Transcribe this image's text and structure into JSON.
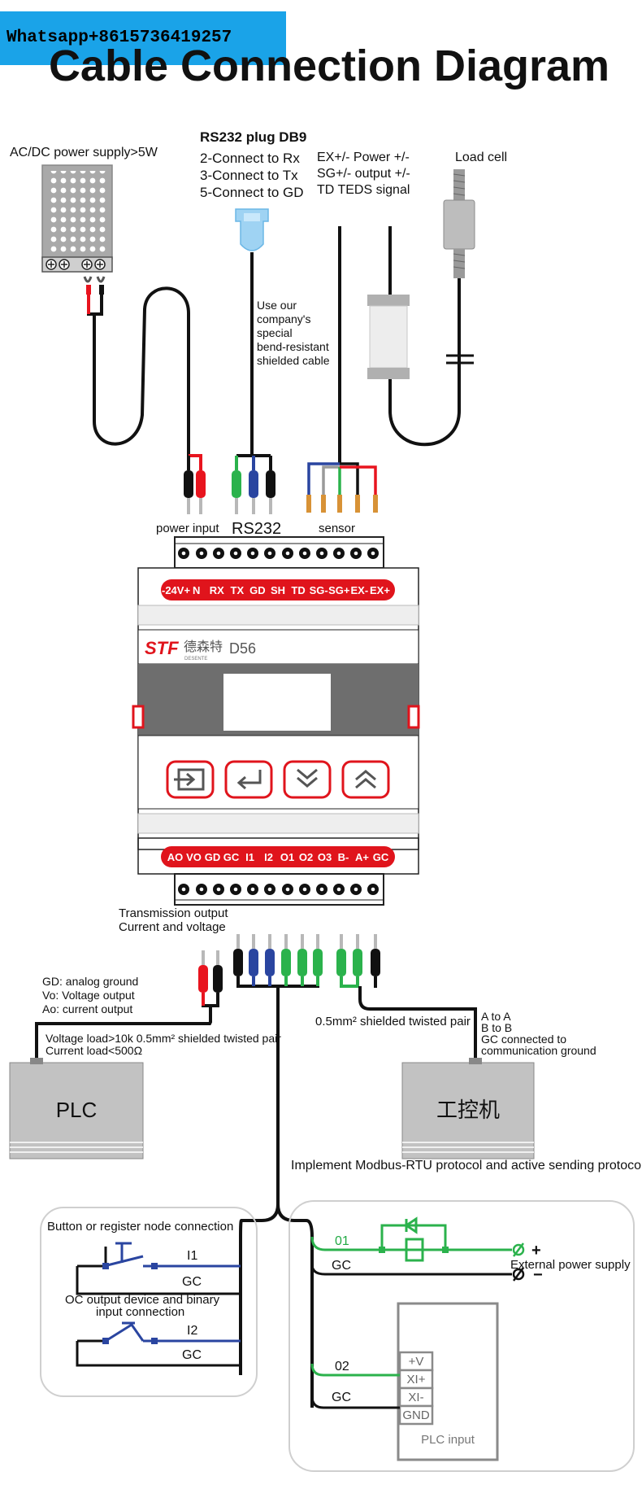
{
  "banner": "Whatsapp+8615736419257",
  "title": "Cable Connection Diagram",
  "power_supply": {
    "label": "AC/DC power supply>5W"
  },
  "rs232_plug": {
    "title": "RS232 plug DB9",
    "lines": [
      "2-Connect to Rx",
      "3-Connect to Tx",
      "5-Connect to GD"
    ]
  },
  "sensor_signals": [
    "EX+/- Power +/-",
    "SG+/- output +/-",
    "TD TEDS signal"
  ],
  "load_cell": {
    "label": "Load cell"
  },
  "cable_note": [
    "Use our",
    "company's",
    "special",
    "bend-resistant",
    "shielded cable"
  ],
  "input_groups": [
    "power input",
    "RS232",
    "sensor"
  ],
  "top_pins": [
    "-24V+",
    "N",
    "RX",
    "TX",
    "GD",
    "SH",
    "TD",
    "SG-",
    "SG+",
    "EX-",
    "EX+"
  ],
  "device": {
    "brand": "德森特",
    "brand_sub": "DESENTE",
    "model": "D56",
    "buttons": [
      "enter-icon",
      "return-icon",
      "down-icon",
      "up-icon"
    ]
  },
  "bottom_pins": [
    "AO",
    "VO",
    "GD",
    "GC",
    "I1",
    "I2",
    "O1",
    "O2",
    "O3",
    "B-",
    "A+",
    "GC"
  ],
  "transmission_note": [
    "Transmission output",
    "Current and voltage"
  ],
  "analog_note": [
    "GD: analog ground",
    "Vo: Voltage output",
    "Ao: current output"
  ],
  "plc_load_note": [
    "Voltage load>10k 0.5mm² shielded twisted pair",
    "Current load<500Ω"
  ],
  "plc": {
    "label": "PLC"
  },
  "rs485_cable_note": "0.5mm² shielded twisted pair",
  "rs485_note": [
    "A to A",
    "B to B",
    "GC connected to",
    "communication ground"
  ],
  "ipc": {
    "label": "工控机"
  },
  "modbus_note": "Implement Modbus-RTU protocol and active sending protocol",
  "inputs_panel": {
    "title": "Button or register node connection",
    "i1": "I1",
    "gc1": "GC",
    "oc_title": [
      "OC output device and binary",
      "input connection"
    ],
    "i2": "I2",
    "gc2": "GC"
  },
  "outputs_panel": {
    "o1": "01",
    "gc_a": "GC",
    "plus": "+",
    "minus": "−",
    "ext_supply": "External power supply",
    "o2": "02",
    "gc_b": "GC",
    "plc_input_terms": [
      "+V",
      "XI+",
      "XI-",
      "GND"
    ],
    "plc_input_label": "PLC input"
  },
  "colors": {
    "red": "#e8141e",
    "green": "#2bb24c",
    "blue": "#2a45a0",
    "pin_red": "#e0141c",
    "panel_gray": "#6e6e6e",
    "banner": "#1aa3e8"
  }
}
